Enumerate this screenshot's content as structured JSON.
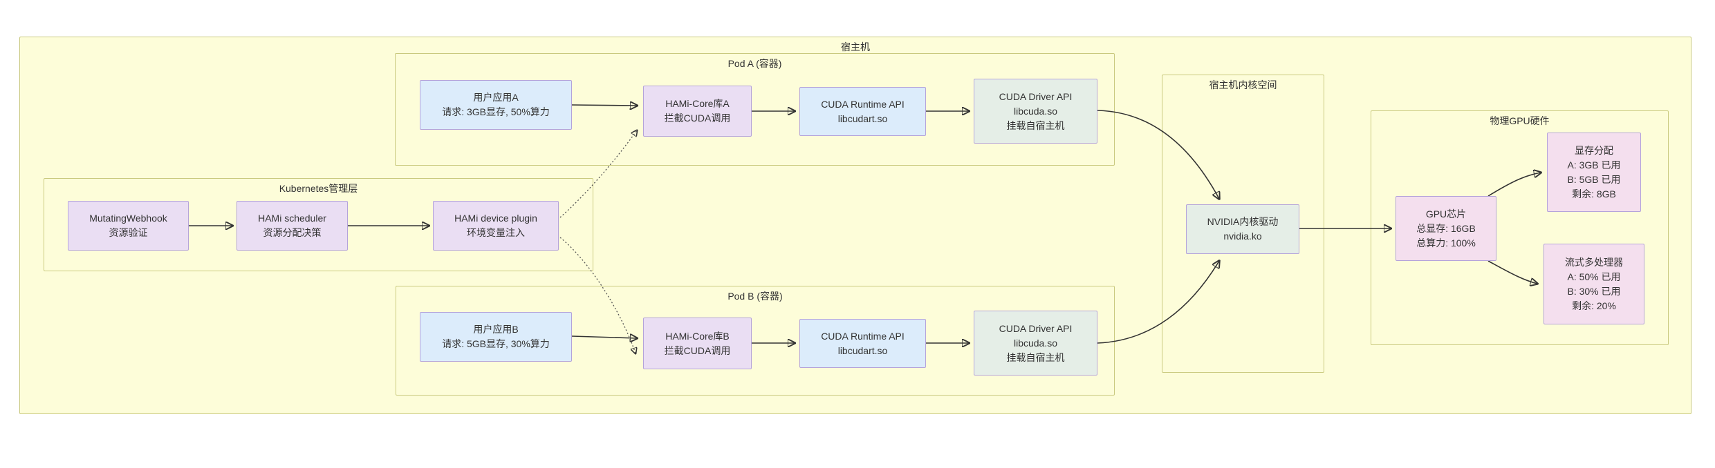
{
  "palette": {
    "container_fill": "#fdfdd9",
    "container_border": "#c9c97e",
    "blue_fill": "#dcecfb",
    "purple_fill": "#eadef3",
    "green_fill": "#e5eee7",
    "pink_fill": "#f4dfee",
    "node_border": "#b4a3da",
    "text": "#333333",
    "edge": "#333333"
  },
  "containers": {
    "host": {
      "label": "宿主机"
    },
    "pod_a": {
      "label": "Pod A (容器)"
    },
    "k8s": {
      "label": "Kubernetes管理层"
    },
    "pod_b": {
      "label": "Pod B (容器)"
    },
    "kernel": {
      "label": "宿主机内核空间"
    },
    "gpu_hw": {
      "label": "物理GPU硬件"
    }
  },
  "nodes": {
    "user_app_a": {
      "line1": "用户应用A",
      "line2": "请求: 3GB显存, 50%算力"
    },
    "hami_core_a": {
      "line1": "HAMi-Core库A",
      "line2": "拦截CUDA调用"
    },
    "cuda_runtime_a": {
      "line1": "CUDA Runtime API",
      "line2": "libcudart.so"
    },
    "cuda_driver_a": {
      "line1": "CUDA Driver API",
      "line2": "libcuda.so",
      "line3": "挂载自宿主机"
    },
    "webhook": {
      "line1": "MutatingWebhook",
      "line2": "资源验证"
    },
    "scheduler": {
      "line1": "HAMi scheduler",
      "line2": "资源分配决策"
    },
    "device_plugin": {
      "line1": "HAMi device plugin",
      "line2": "环境变量注入"
    },
    "user_app_b": {
      "line1": "用户应用B",
      "line2": "请求: 5GB显存, 30%算力"
    },
    "hami_core_b": {
      "line1": "HAMi-Core库B",
      "line2": "拦截CUDA调用"
    },
    "cuda_runtime_b": {
      "line1": "CUDA Runtime API",
      "line2": "libcudart.so"
    },
    "cuda_driver_b": {
      "line1": "CUDA Driver API",
      "line2": "libcuda.so",
      "line3": "挂载自宿主机"
    },
    "nvidia_driver": {
      "line1": "NVIDIA内核驱动",
      "line2": "nvidia.ko"
    },
    "gpu_chip": {
      "line1": "GPU芯片",
      "line2": "总显存: 16GB",
      "line3": "总算力: 100%"
    },
    "mem_alloc": {
      "line1": "显存分配",
      "line2": "A: 3GB 已用",
      "line3": "B: 5GB 已用",
      "line4": "剩余: 8GB"
    },
    "stream_mp": {
      "line1": "流式多处理器",
      "line2": "A: 50% 已用",
      "line3": "B: 30% 已用",
      "line4": "剩余: 20%"
    }
  }
}
